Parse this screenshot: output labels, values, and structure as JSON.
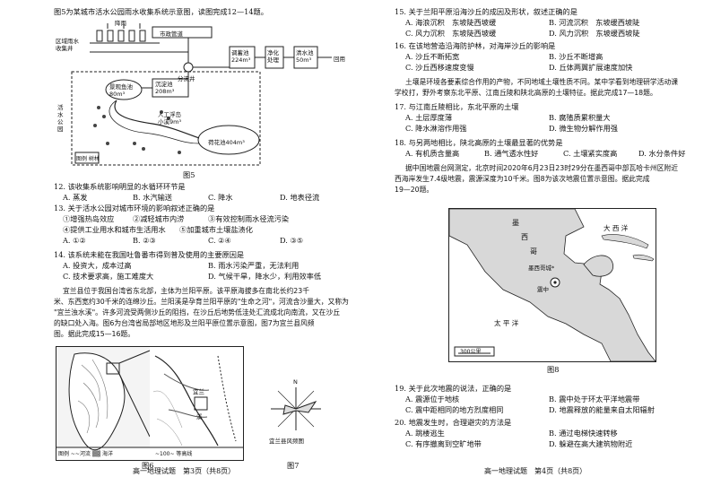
{
  "left": {
    "intro1": "图5为某城市活水公园雨水收集系统示意图，读图完成12—14题。",
    "fig5": {
      "label_rain": "降雨",
      "label_roof": "区域雨水\n收集井",
      "label_pipe": "市政管道",
      "label_split": "分流井",
      "label_tank": "调蓄池\n224m³",
      "label_purify": "净化\n处理",
      "label_clear": "清水池\n50m³",
      "label_reuse": "回用",
      "label_scenic": "景观鱼池\n80m³",
      "label_settle": "沉淀池\n208m³",
      "label_stream": "人工浮岛\n小溪9m³",
      "label_lotus": "荷花池404m³",
      "label_park": "活水公园",
      "label_legend": "图例 树林",
      "caption": "图5"
    },
    "q12": {
      "stem": "12. 该收集系统影响明显的水循环环节是",
      "options": [
        "A. 蒸发",
        "B. 水汽输送",
        "C. 降水",
        "D. 地表径流"
      ]
    },
    "q13": {
      "stem": "13. 关于活水公园对城市环境的影响叙述正确的是",
      "items": [
        "①增强热岛效应",
        "②减轻城市内涝",
        "③有效控制雨水径流污染",
        "④提供工业用水和城市生活用水",
        "⑤加重城市土壤盐渍化"
      ],
      "options": [
        "A. ①②",
        "B. ②③",
        "C. ②④",
        "D. ③⑤"
      ]
    },
    "q14": {
      "stem": "14. 该系统未能在我国吐鲁番市得到普及使用的主要原因是",
      "options": [
        "A. 投资大，成本过高",
        "B. 雨水污染严重，无法利用",
        "C. 技术要求高，施工难度大",
        "D. 气候干旱，降水少，利用效率低"
      ]
    },
    "intro2": [
      "宜兰县位于我国台湾省东北部，主体为兰阳平原。该平原海拔多在南北长约23千",
      "米、东西宽约30千米的连绵沙丘。兰阳溪是孕育兰阳平原的\"生命之河\"，河流含沙量大，又称为",
      "\"宜兰浊水溪\"。许多河流受两侧沙丘的阻挡，在沙丘后地势低洼处汇流成北向南流，又在沙丘",
      "的缺口处入海。图6为台湾省局部地区地形及兰阳平原位置示意图，图7为宜兰县风频",
      "图。据此完成15—16题。"
    ],
    "fig6": {
      "legend": "图例 ~~河流 ▒▒ 海洋",
      "legend2": "~100~ 等高线",
      "caption": "图6",
      "place1": "宜兰",
      "place2": "溪"
    },
    "fig7": {
      "title": "宜兰县风频图",
      "north": "N",
      "caption": "图7"
    },
    "footer": "高一地理试题　第3页（共8页）"
  },
  "right": {
    "q15": {
      "stem": "15. 关于兰阳平原沿海沙丘的成因及形状，叙述正确的是",
      "options": [
        "A. 海浪沉积　东坡陡西坡缓",
        "B. 河流沉积　东坡缓西坡陡",
        "C. 风力沉积　东坡陡西坡缓",
        "D. 风力沉积　东坡缓西坡陡"
      ]
    },
    "q16": {
      "stem": "16. 在该地营造沿海防护林，对海岸沙丘的影响是",
      "options": [
        "A. 沙丘不断拓宽",
        "B. 沙丘不断增高",
        "C. 沙丘西移速度变慢",
        "D. 丘体两翼扩展速度加快"
      ]
    },
    "intro3": [
      "土壤是环境各要素综合作用的产物，不同地域土壤性质不同。某中学看到地理研学活动课",
      "学校打，野外考察东北平原、江南丘陵和陕北高原的土壤特征。据此完成17—18题。"
    ],
    "q17": {
      "stem": "17. 与江南丘陵相比，东北平原的土壤",
      "options": [
        "A. 土层厚度薄",
        "B. 腐殖质累积量大",
        "C. 降水淋溶作用强",
        "D. 微生物分解作用强"
      ]
    },
    "q18": {
      "stem": "18. 与另两地相比，陕北高原的土壤最显著的优势是",
      "options": [
        "A. 有机质含量高",
        "B. 通气透水性好",
        "C. 土壤紧实度高",
        "D. 水分条件好"
      ]
    },
    "intro4": [
      "据中国地震台网测定，北京时间2020年6月23日23时29分在墨西哥中部瓦哈卡州区附近",
      "西海岸发生7.4级地震，震源深度为10千米。图8为该次地震位置示意图。据此完成",
      "19—20题。"
    ],
    "fig8": {
      "mexico1": "墨",
      "mexico2": "西",
      "mexico3": "哥",
      "city": "墨西哥城*",
      "quake": "震中",
      "atlantic": "大 西 洋",
      "pacific": "太 平 洋",
      "scale": "300公里",
      "caption": "图8"
    },
    "q19": {
      "stem": "19. 关于此次地震的说法，正确的是",
      "options": [
        "A. 震源位于地核",
        "B. 震中处于环太平洋地震带",
        "C. 震中距相同的地方烈度相同",
        "D. 地震释放的能量来自太阳辐射"
      ]
    },
    "q20": {
      "stem": "20. 地震发生时，合理避灾的方法是",
      "options": [
        "A. 跳楼逃生",
        "B. 通过电梯快速转移",
        "C. 有序撤离到空旷地带",
        "D. 躲避在高大建筑物附近"
      ]
    },
    "footer": "高一地理试题　第4页（共8页）"
  }
}
